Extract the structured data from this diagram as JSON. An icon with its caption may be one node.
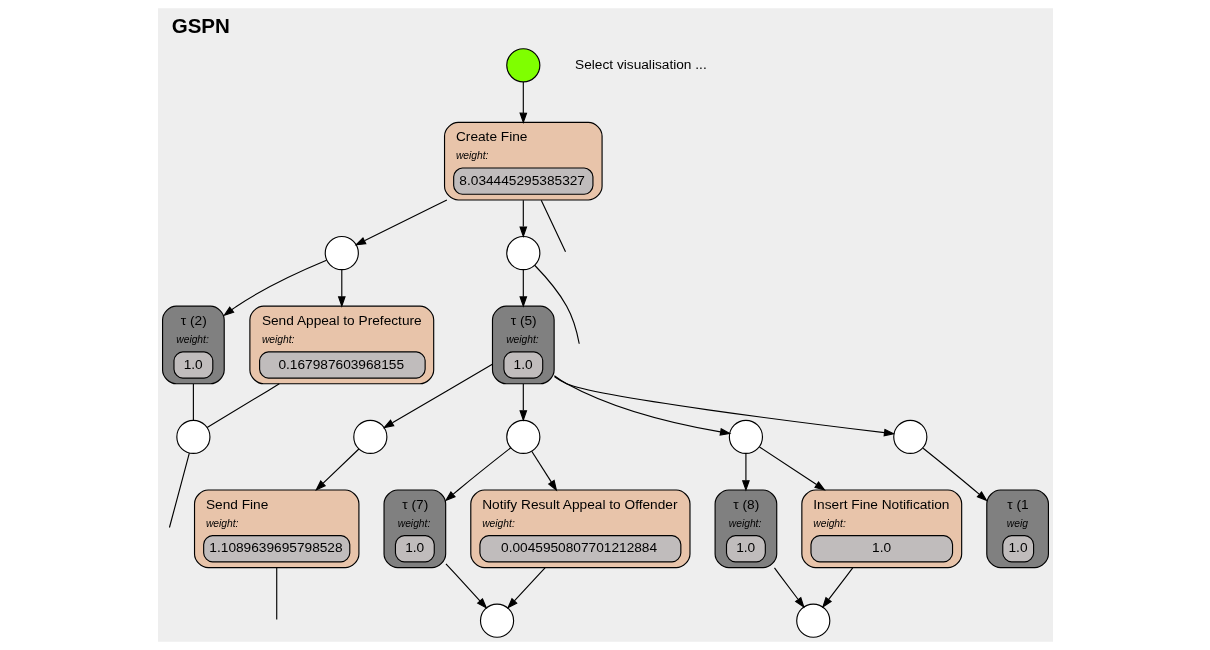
{
  "diagram": {
    "title": "GSPN",
    "nodes": [
      {
        "text": [],
        "shape": "circle"
      },
      {
        "text": [
          "Create Fine",
          "weight:",
          "8.034445295385327"
        ]
      },
      {
        "text": [],
        "shape": "circle"
      },
      {
        "text": [],
        "shape": "circle"
      },
      {
        "text": [
          "τ (2)",
          "weight:",
          "1.0"
        ]
      },
      {
        "text": [
          "Send Appeal to Prefecture",
          "weight:",
          "0.167987603968155"
        ]
      },
      {
        "text": [
          "τ (5)",
          "weight:",
          "1.0"
        ]
      },
      {
        "text": [],
        "shape": "circle"
      },
      {
        "text": [],
        "shape": "circle"
      },
      {
        "text": [],
        "shape": "circle"
      },
      {
        "text": [],
        "shape": "circle"
      },
      {
        "text": [],
        "shape": "circle"
      },
      {
        "text": [
          "Send Fine",
          "weight:",
          "1.1089639695798528"
        ]
      },
      {
        "text": [
          "τ (7)",
          "weight:",
          "1.0"
        ]
      },
      {
        "text": [
          "Notify Result Appeal to Offender",
          "weight:",
          "0.0045950807701212884"
        ]
      },
      {
        "text": [
          "τ (8)",
          "weight:",
          "1.0"
        ]
      },
      {
        "text": [
          "Insert Fine Notification",
          "weight:",
          "1.0"
        ]
      },
      {
        "text": [
          "τ (1",
          "weig",
          "1.0"
        ]
      },
      {
        "text": [],
        "shape": "circle"
      },
      {
        "text": [],
        "shape": "circle"
      }
    ],
    "edges": [
      {
        "from": 0,
        "to": 1,
        "arrow": "to"
      },
      {
        "from": 1,
        "to": 2,
        "arrow": "to"
      },
      {
        "from": 1,
        "to": 3,
        "arrow": "to"
      },
      {
        "from": 1,
        "to": null,
        "arrow": "none"
      },
      {
        "from": 2,
        "to": 4,
        "arrow": "to"
      },
      {
        "from": 2,
        "to": 5,
        "arrow": "to"
      },
      {
        "from": 4,
        "to": 7,
        "arrow": "none"
      },
      {
        "from": 5,
        "to": 7,
        "arrow": "none"
      },
      {
        "from": 3,
        "to": 6,
        "arrow": "to"
      },
      {
        "from": 3,
        "to": null,
        "arrow": "none"
      },
      {
        "from": 7,
        "to": null,
        "arrow": "none"
      },
      {
        "from": 6,
        "to": 8,
        "arrow": "to"
      },
      {
        "from": 6,
        "to": 9,
        "arrow": "to"
      },
      {
        "from": 6,
        "to": 10,
        "arrow": "to"
      },
      {
        "from": 6,
        "to": 11,
        "arrow": "to"
      },
      {
        "from": 8,
        "to": 12,
        "arrow": "to"
      },
      {
        "from": 9,
        "to": 13,
        "arrow": "to"
      },
      {
        "from": 9,
        "to": 14,
        "arrow": "to"
      },
      {
        "from": 10,
        "to": 15,
        "arrow": "to"
      },
      {
        "from": 10,
        "to": 16,
        "arrow": "to"
      },
      {
        "from": 11,
        "to": 17,
        "arrow": "to"
      },
      {
        "from": 12,
        "to": null,
        "arrow": "none"
      },
      {
        "from": 13,
        "to": 18,
        "arrow": "to"
      },
      {
        "from": 14,
        "to": 18,
        "arrow": "to"
      },
      {
        "from": 15,
        "to": 19,
        "arrow": "to"
      },
      {
        "from": 16,
        "to": 19,
        "arrow": "to"
      }
    ],
    "labels": [
      "Select visualisation ..."
    ]
  }
}
